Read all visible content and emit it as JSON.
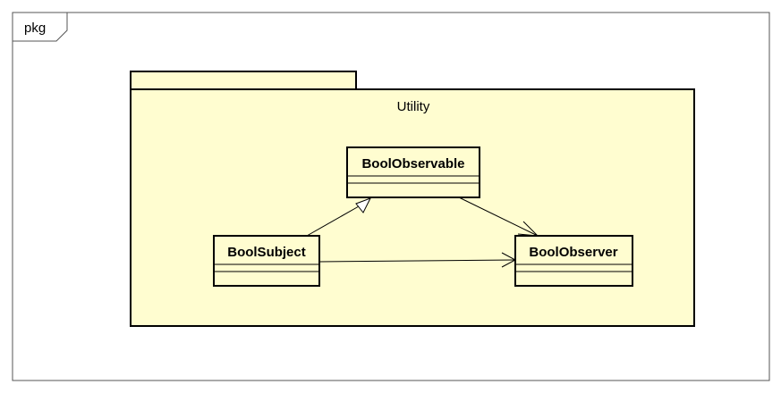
{
  "frame": {
    "label": "pkg"
  },
  "package": {
    "name": "Utility",
    "fill": "#fffdd0"
  },
  "classes": {
    "observable": {
      "name": "BoolObservable"
    },
    "subject": {
      "name": "BoolSubject"
    },
    "observer": {
      "name": "BoolObserver"
    }
  },
  "relations": [
    {
      "from": "BoolSubject",
      "to": "BoolObservable",
      "kind": "generalization"
    },
    {
      "from": "BoolObservable",
      "to": "BoolObserver",
      "kind": "association"
    },
    {
      "from": "BoolSubject",
      "to": "BoolObserver",
      "kind": "association"
    }
  ]
}
